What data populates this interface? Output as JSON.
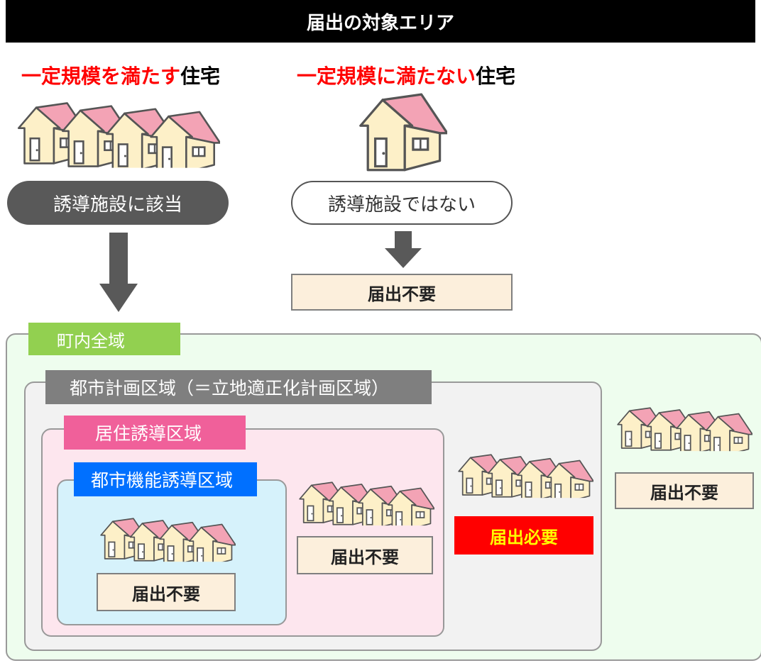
{
  "header": {
    "title": "届出の対象エリア"
  },
  "left": {
    "heading_highlight": "一定規模を満たす",
    "heading_rest": "住宅",
    "pill": "誘導施設に該当"
  },
  "right": {
    "heading_highlight": "一定規模に満たない",
    "heading_rest": "住宅",
    "pill": "誘導施設ではない",
    "notice": "届出不要"
  },
  "regions": {
    "town": {
      "label": "町内全域",
      "notice": "届出不要"
    },
    "city_planning": {
      "label": "都市計画区域（＝立地適正化計画区域）",
      "notice": "届出必要"
    },
    "residential": {
      "label": "居住誘導区域",
      "notice": "届出不要"
    },
    "urban_function": {
      "label": "都市機能誘導区域",
      "notice": "届出不要"
    }
  },
  "colors": {
    "highlight_red": "#ff0000",
    "town_tag": "#92d050",
    "town_bg": "#eefdee",
    "city_tag": "#7f7f7f",
    "city_bg": "#f2f2f2",
    "residential_tag": "#f0609a",
    "residential_bg": "#fde6ee",
    "urban_tag": "#0070ff",
    "urban_bg": "#d6f2fb",
    "notice_bg": "#fcefdc",
    "notice_required_bg": "#ff0000",
    "notice_required_text": "#ffff00",
    "house_roof": "#f3a3b5",
    "house_wall": "#fdf0c8"
  },
  "icons": [
    "house-icon",
    "down-arrow-icon"
  ]
}
